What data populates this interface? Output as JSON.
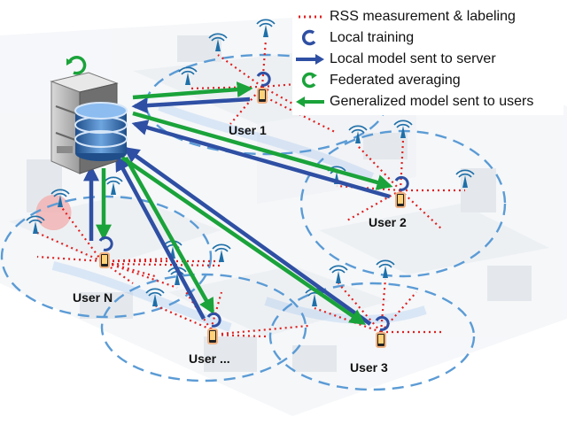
{
  "legend": {
    "items": [
      {
        "label": "RSS measurement & labeling",
        "symbol": "red-dotted-line"
      },
      {
        "label": "Local training",
        "symbol": "blue-cycle-arrow"
      },
      {
        "label": "Local model sent to server",
        "symbol": "blue-arrow"
      },
      {
        "label": "Federated averaging",
        "symbol": "green-cycle-arrow"
      },
      {
        "label": "Generalized model sent to users",
        "symbol": "green-arrow"
      }
    ]
  },
  "users": [
    {
      "key": "user1",
      "label": "User 1"
    },
    {
      "key": "user2",
      "label": "User 2"
    },
    {
      "key": "userN",
      "label": "User N"
    },
    {
      "key": "userDots",
      "label": "User ..."
    },
    {
      "key": "user3",
      "label": "User 3"
    }
  ],
  "colors": {
    "local_model_arrow": "#2e4fa3",
    "generalized_model_arrow": "#1aa33a",
    "rss_dotted": "#e02020",
    "coverage_dashes": "#5b9bd5",
    "antenna": "#1f6fa8"
  },
  "icons": [
    "server-icon",
    "database-icon",
    "antenna-icon",
    "smartphone-icon",
    "cycle-arrow-icon"
  ]
}
